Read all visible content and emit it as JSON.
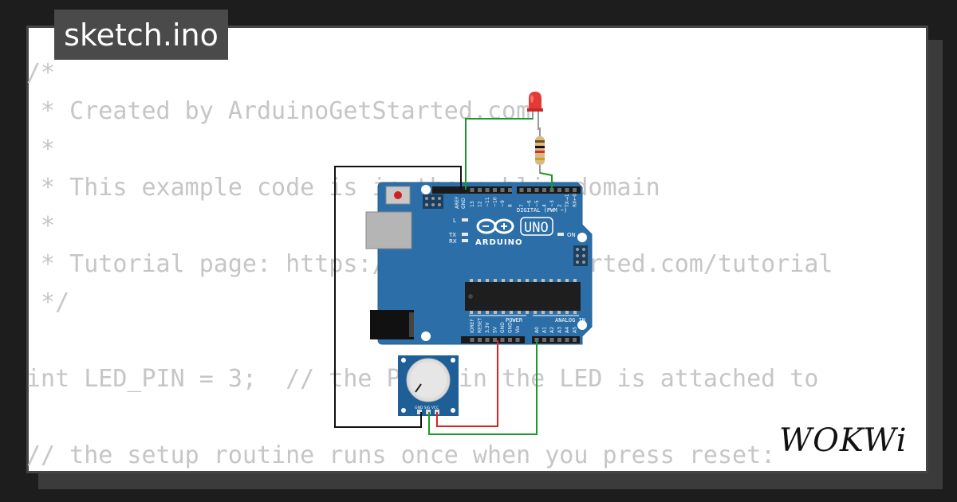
{
  "file_tab": {
    "title": "sketch.ino"
  },
  "code": {
    "lines": [
      "/*",
      " * Created by ArduinoGetStarted.com",
      " *",
      " * This example code is in the public domain",
      " *",
      " * Tutorial page: https://arduinogetstarted.com/tutorial",
      " */",
      "",
      "int LED_PIN = 3;  // the PWM pin the LED is attached to",
      "",
      "// the setup routine runs once when you press reset:"
    ]
  },
  "board": {
    "brand": "ARDUINO",
    "model": "UNO",
    "header_digital": "DIGITAL (PWM ~)",
    "header_power": "POWER",
    "header_analog": "ANALOG IN",
    "label_l": "L",
    "label_tx": "TX",
    "label_rx": "RX",
    "label_on": "ON",
    "label_aref": "AREF",
    "label_gnd": "GND",
    "pins_digital": [
      "13",
      "12",
      "~11",
      "~10",
      "~9",
      "8",
      "7",
      "~6",
      "~5",
      "4",
      "~3",
      "2",
      "TX→1",
      "RX←0"
    ],
    "pins_power": [
      "IOREF",
      "RESET",
      "3.3V",
      "5V",
      "GND",
      "GND",
      "Vin"
    ],
    "pins_analog": [
      "A0",
      "A1",
      "A2",
      "A3",
      "A4",
      "A5"
    ]
  },
  "potentiometer": {
    "pin_labels": "GND SIG VCC"
  },
  "branding": {
    "logo_text": "WOKWi"
  },
  "colors": {
    "background": "#1d1d1d",
    "card": "#ffffff",
    "tab": "#4a4a4a",
    "code_text": "#c6c6c6",
    "board": "#2c6fa8",
    "wire_black": "#111111",
    "wire_red": "#e02020",
    "wire_green": "#1a9a2a",
    "led": "#e53935"
  }
}
